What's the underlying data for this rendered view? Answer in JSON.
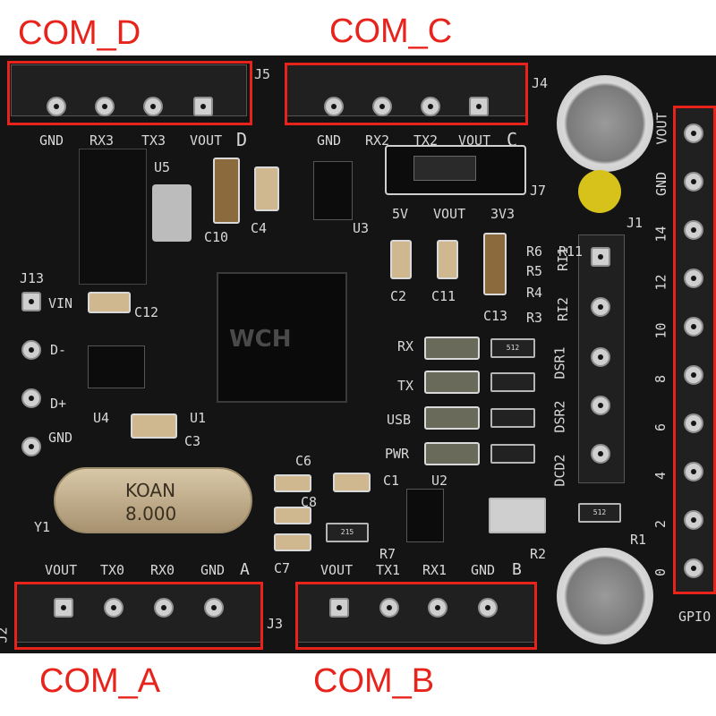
{
  "connectors": {
    "com_d": {
      "title": "COM_D",
      "ref": "J5",
      "pins": [
        "GND",
        "RX3",
        "TX3",
        "VOUT"
      ],
      "tag": "D"
    },
    "com_c": {
      "title": "COM_C",
      "ref": "J4",
      "pins": [
        "GND",
        "RX2",
        "TX2",
        "VOUT"
      ],
      "tag": "C"
    },
    "com_a": {
      "title": "COM_A",
      "ref": "J2",
      "pins": [
        "VOUT",
        "TX0",
        "RX0",
        "GND"
      ],
      "tag": "A"
    },
    "com_b": {
      "title": "COM_B",
      "ref": "J3",
      "pins": [
        "VOUT",
        "TX1",
        "RX1",
        "GND"
      ],
      "tag": "B"
    }
  },
  "gpio": {
    "label": "GPIO",
    "pins": [
      "VOUT",
      "GND",
      "14",
      "12",
      "10",
      "8",
      "6",
      "4",
      "2",
      "0"
    ]
  },
  "jumper": {
    "ref": "J7",
    "options": [
      "5V",
      "VOUT",
      "3V3"
    ]
  },
  "modem_header": {
    "ref": "J1",
    "signals": [
      "RI1",
      "RI2",
      "DSR1",
      "DSR2",
      "DCD2"
    ]
  },
  "left_header": {
    "ref": "J13",
    "labels": [
      "VIN",
      "D-",
      "D+",
      "GND"
    ]
  },
  "crystal": {
    "brand": "KOAN",
    "freq": "8.000",
    "ref": "Y1"
  },
  "leds": [
    "RX",
    "TX",
    "USB",
    "PWR"
  ],
  "chip": {
    "marking": "WCH",
    "ref": "U1"
  },
  "designators": {
    "u5": "U5",
    "u3": "U3",
    "u4": "U4",
    "u2": "U2",
    "c10": "C10",
    "c4": "C4",
    "c2": "C2",
    "c11": "C11",
    "c13": "C13",
    "c12": "C12",
    "c3": "C3",
    "c6": "C6",
    "c1": "C1",
    "c8": "C8",
    "c7": "C7",
    "r11": "R11",
    "r6": "R6",
    "r5": "R5",
    "r4": "R4",
    "r3": "R3",
    "r7": "R7",
    "r2": "R2",
    "r1": "R1"
  },
  "resistor_code": "512",
  "resistor_code2": "215",
  "colors": {
    "highlight": "#e8231c",
    "pcb": "#141414",
    "silkscreen": "#d8d8d8"
  }
}
